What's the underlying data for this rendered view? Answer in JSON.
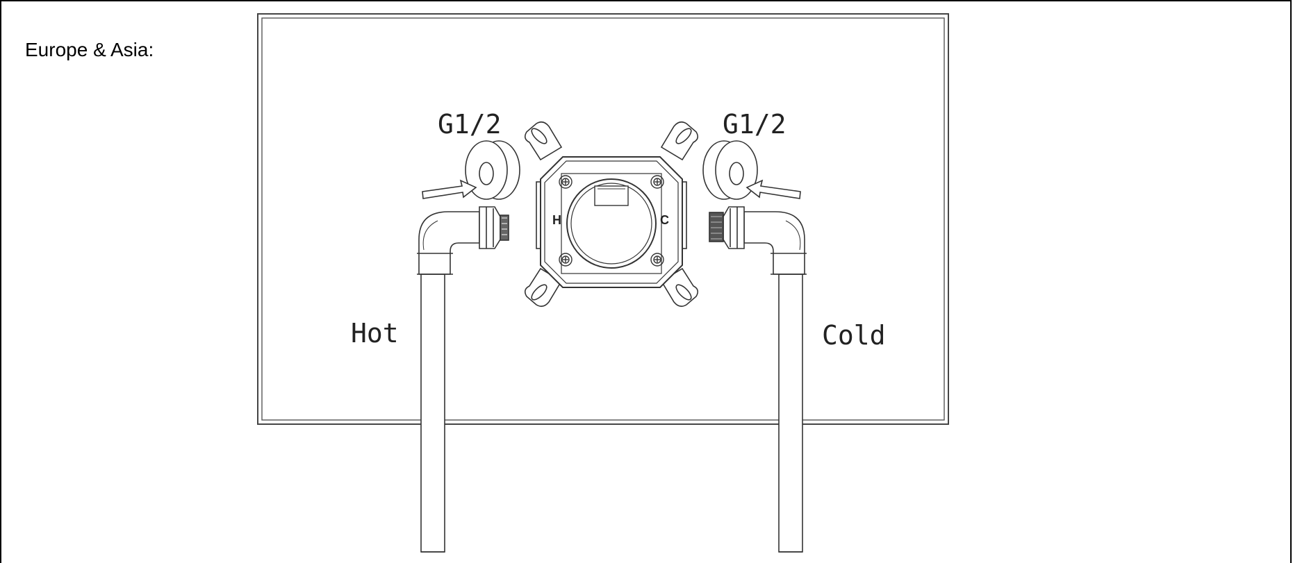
{
  "region_label": "Europe & Asia:",
  "labels": {
    "hot": "Hot",
    "cold": "Cold",
    "thread_left": "G1/2",
    "thread_right": "G1/2",
    "valve_h": "H",
    "valve_c": "C"
  }
}
